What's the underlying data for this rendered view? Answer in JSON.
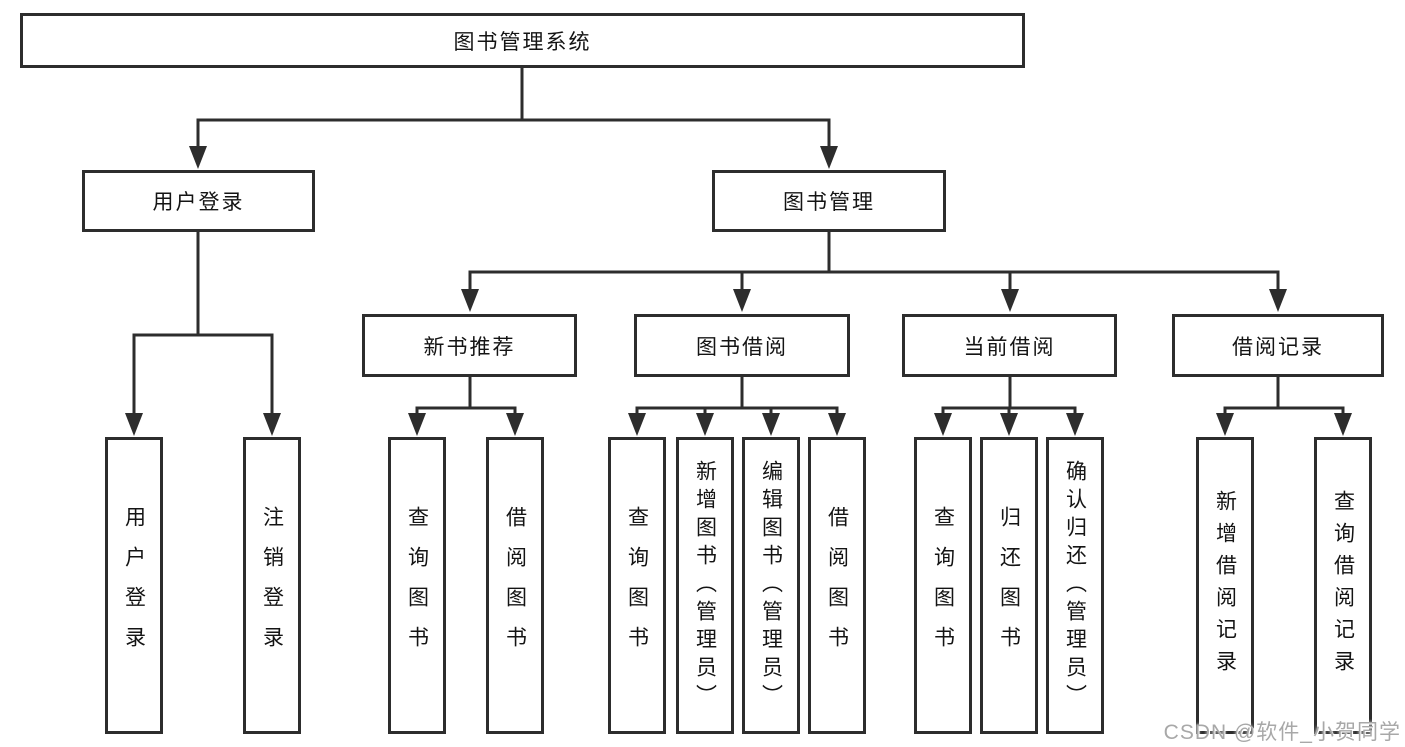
{
  "diagram": {
    "root": {
      "label": "图书管理系统",
      "children": [
        {
          "label": "用户登录",
          "children": [
            {
              "label": "用户登录"
            },
            {
              "label": "注销登录"
            }
          ]
        },
        {
          "label": "图书管理",
          "children": [
            {
              "label": "新书推荐",
              "children": [
                {
                  "label": "查询图书"
                },
                {
                  "label": "借阅图书"
                }
              ]
            },
            {
              "label": "图书借阅",
              "children": [
                {
                  "label": "查询图书"
                },
                {
                  "label": "新增图书（管理员）"
                },
                {
                  "label": "编辑图书（管理员）"
                },
                {
                  "label": "借阅图书"
                }
              ]
            },
            {
              "label": "当前借阅",
              "children": [
                {
                  "label": "查询图书"
                },
                {
                  "label": "归还图书"
                },
                {
                  "label": "确认归还（管理员）"
                }
              ]
            },
            {
              "label": "借阅记录",
              "children": [
                {
                  "label": "新增借阅记录"
                },
                {
                  "label": "查询借阅记录"
                }
              ]
            }
          ]
        }
      ]
    }
  },
  "watermark": {
    "text": "CSDN @软件_小贺同学"
  },
  "colors": {
    "background": "#ffffff",
    "box_border": "#2d2d2d",
    "line": "#2d2d2d",
    "text": "#141414",
    "watermark": "#a8a8a8"
  }
}
